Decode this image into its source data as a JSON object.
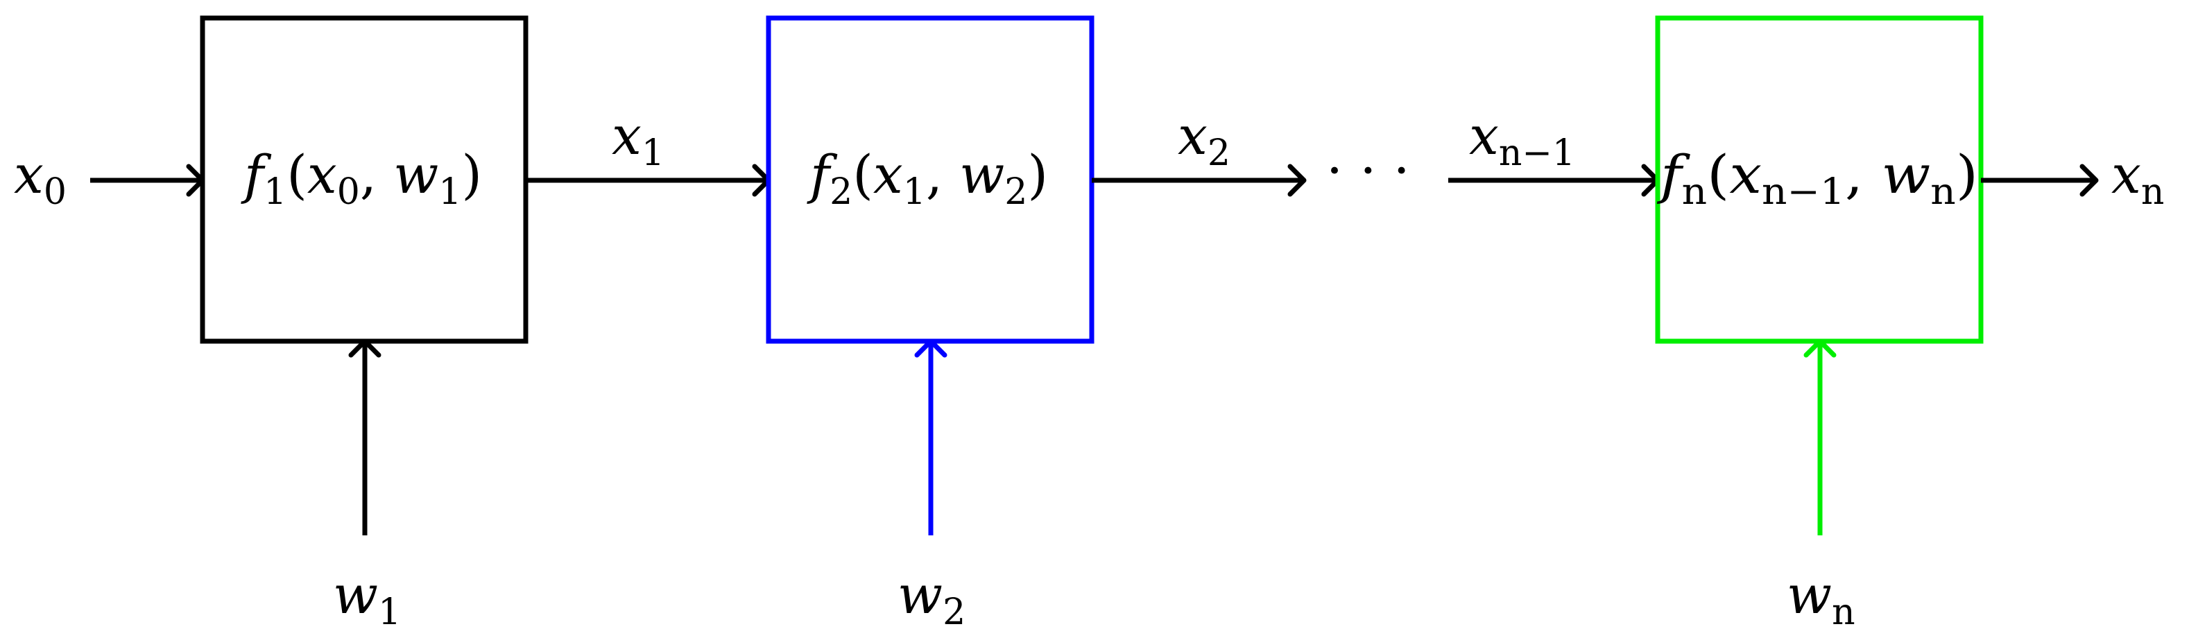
{
  "diagram": {
    "colors": {
      "block1": "#000000",
      "block2": "#0000ff",
      "blockn": "#00ee00"
    },
    "input": {
      "var": "x",
      "sub": "0"
    },
    "blocks": [
      {
        "func": "f",
        "func_sub": "1",
        "arg1": "x",
        "arg1_sub": "0",
        "arg2": "w",
        "arg2_sub": "1",
        "weight": "w",
        "weight_sub": "1"
      },
      {
        "func": "f",
        "func_sub": "2",
        "arg1": "x",
        "arg1_sub": "1",
        "arg2": "w",
        "arg2_sub": "2",
        "weight": "w",
        "weight_sub": "2"
      },
      {
        "func": "f",
        "func_sub": "n",
        "arg1": "x",
        "arg1_sub": "n−1",
        "arg2": "w",
        "arg2_sub": "n",
        "weight": "w",
        "weight_sub": "n"
      }
    ],
    "edge_labels": [
      {
        "var": "x",
        "sub": "1"
      },
      {
        "var": "x",
        "sub": "2"
      },
      {
        "var": "x",
        "sub": "n−1"
      }
    ],
    "ellipsis": "· · ·",
    "output": {
      "var": "x",
      "sub": "n"
    }
  }
}
